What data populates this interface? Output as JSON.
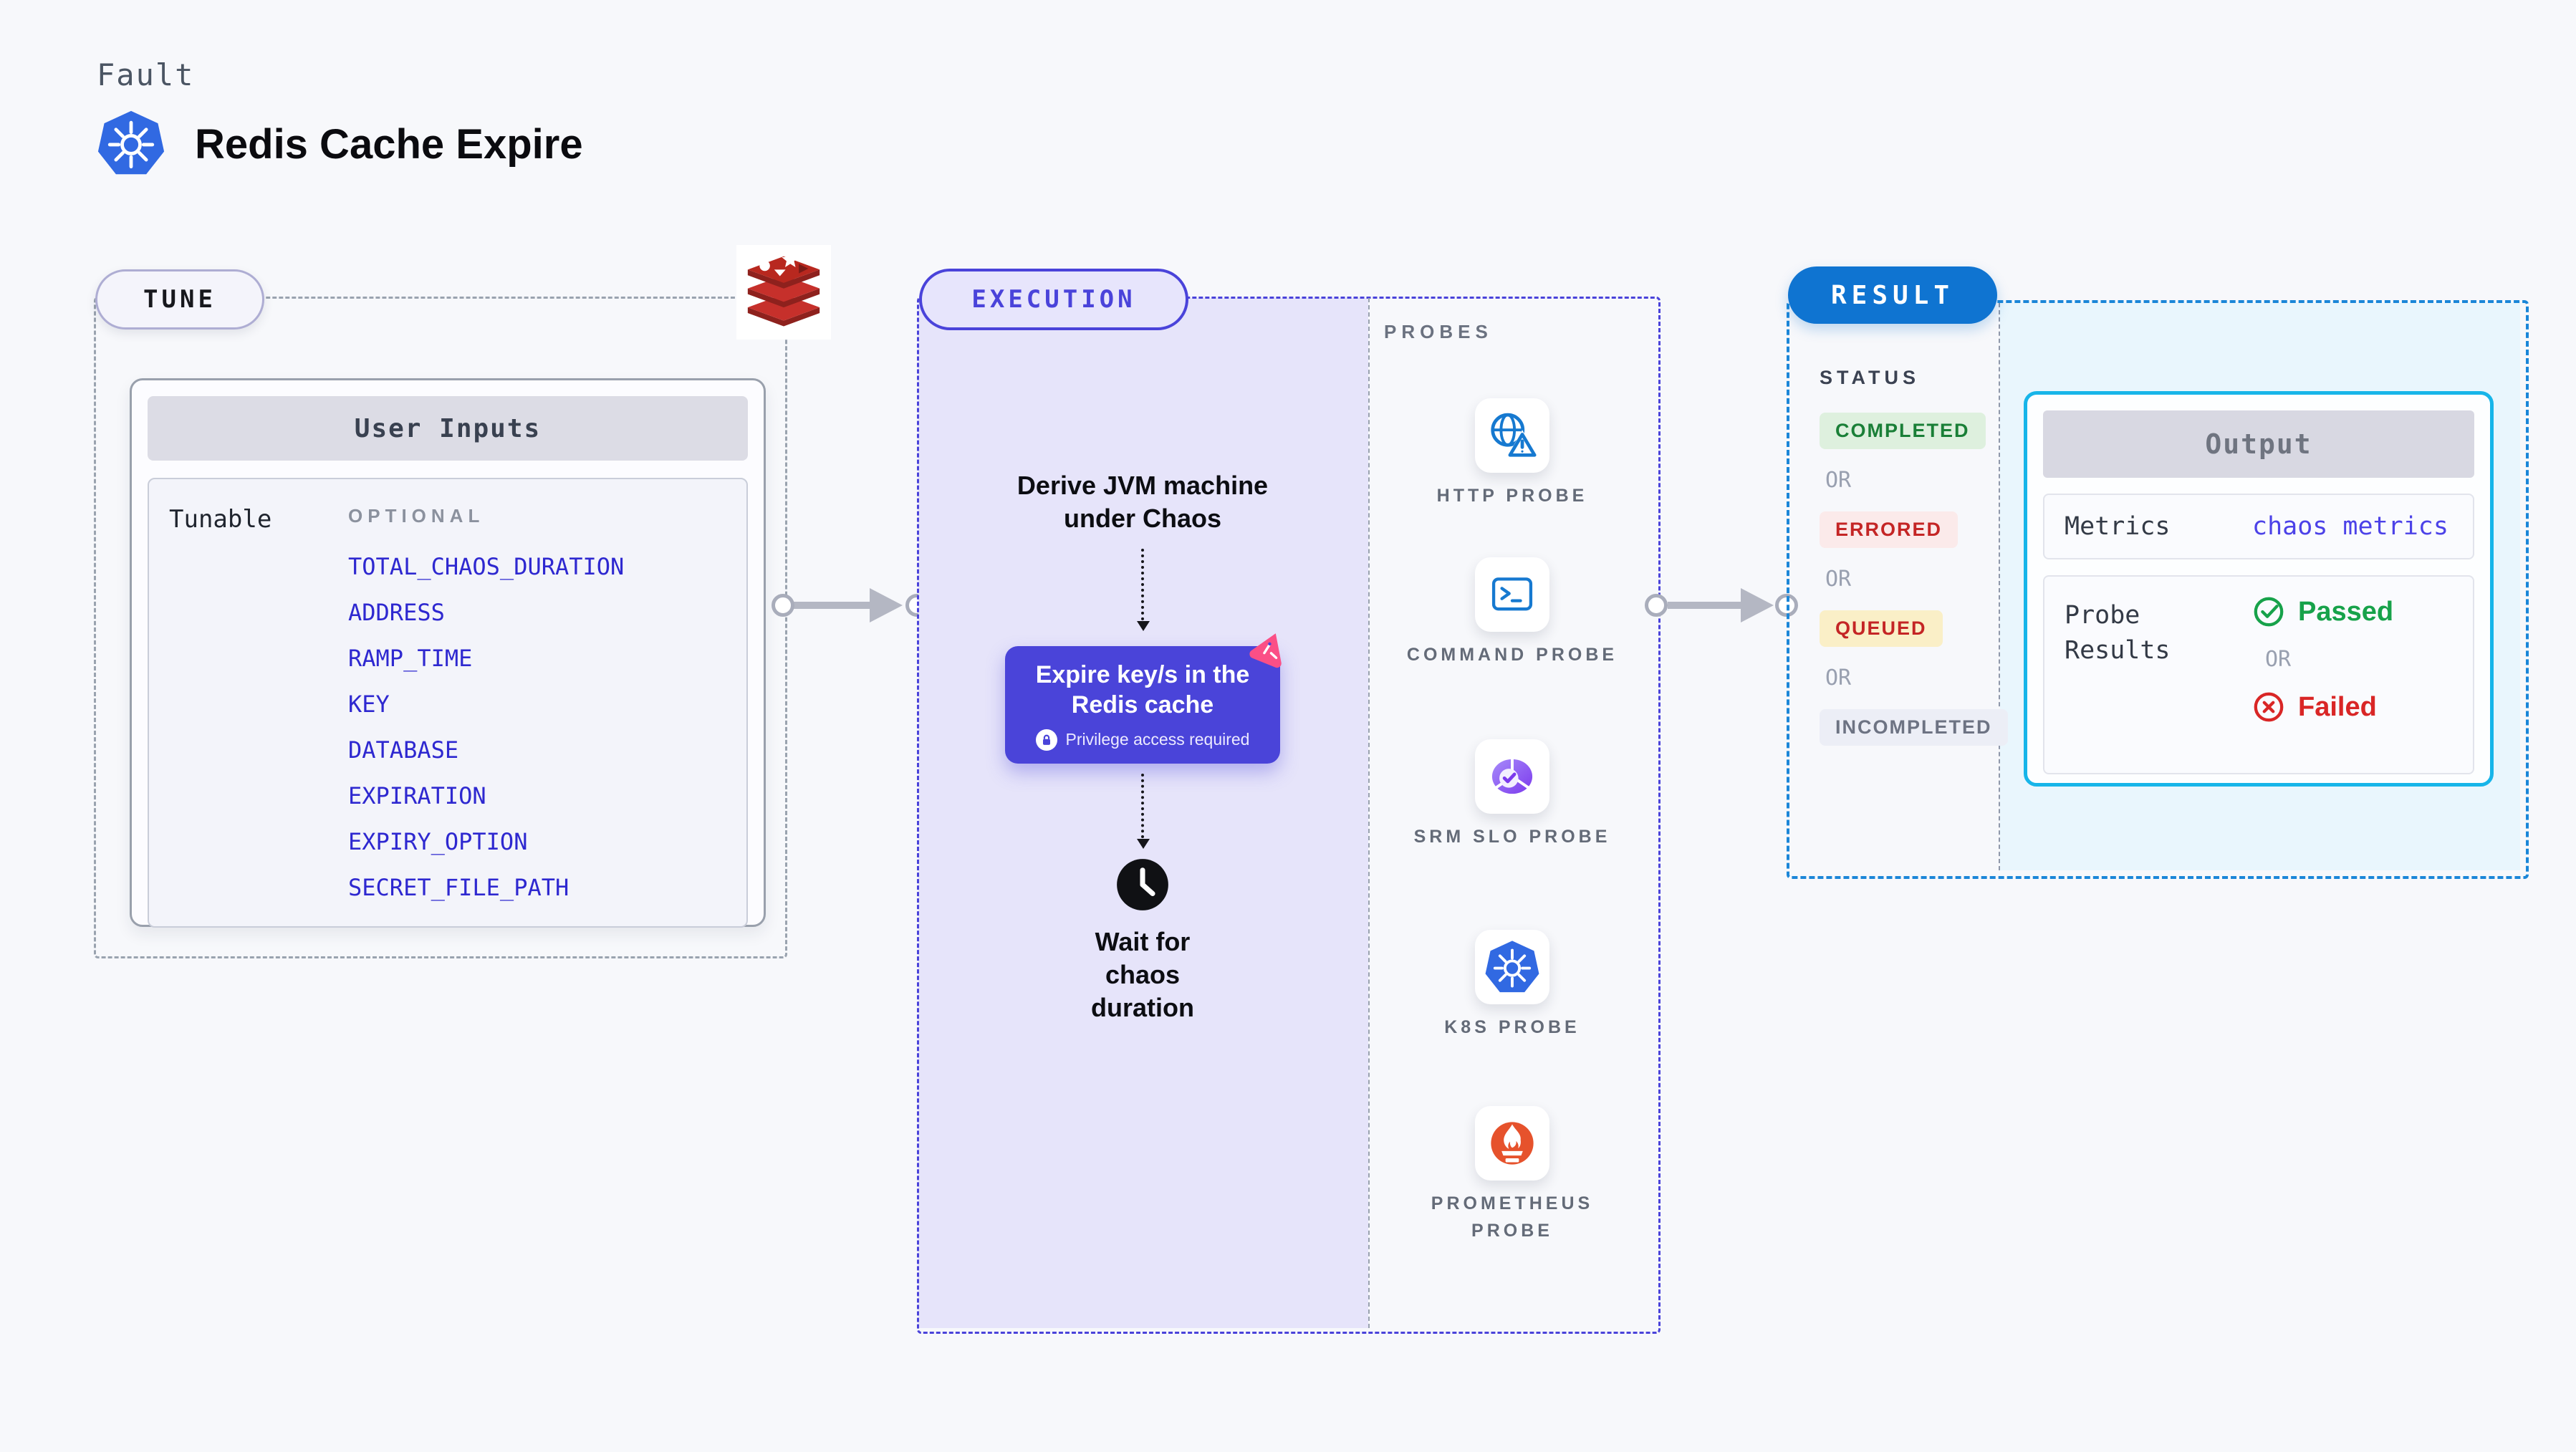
{
  "header": {
    "kicker": "Fault",
    "title": "Redis Cache Expire"
  },
  "tune": {
    "label": "TUNE",
    "card": {
      "title": "User Inputs",
      "row_label": "Tunable",
      "group_label": "OPTIONAL",
      "input_groups": [
        [
          "TOTAL_CHAOS_DURATION",
          "ADDRESS",
          "RAMP_TIME",
          "KEY"
        ],
        [
          "DATABASE",
          "EXPIRATION",
          "EXPIRY_OPTION"
        ],
        [
          "SECRET_FILE_PATH"
        ]
      ]
    }
  },
  "execution": {
    "label": "EXECUTION",
    "steps": {
      "derive": "Derive JVM machine under Chaos",
      "action": "Expire key/s in the Redis cache",
      "action_badge": "Privilege access required",
      "wait": "Wait for chaos duration"
    },
    "probes": {
      "label": "PROBES",
      "items": [
        {
          "label": "HTTP PROBE",
          "icon": "globe-alert-icon"
        },
        {
          "label": "COMMAND PROBE",
          "icon": "terminal-icon"
        },
        {
          "label": "SRM SLO PROBE",
          "icon": "slo-gauge-icon"
        },
        {
          "label": "K8S PROBE",
          "icon": "kubernetes-icon"
        },
        {
          "label": "PROMETHEUS PROBE",
          "icon": "prometheus-flame-icon"
        }
      ]
    }
  },
  "result": {
    "label": "RESULT",
    "status_label": "STATUS",
    "or_label": "OR",
    "statuses": [
      {
        "label": "COMPLETED",
        "fg": "#1a7f37",
        "bg": "#def0de"
      },
      {
        "label": "ERRORED",
        "fg": "#c42525",
        "bg": "#fbeaea"
      },
      {
        "label": "QUEUED",
        "fg": "#c42525",
        "bg": "#faefc7"
      },
      {
        "label": "INCOMPLETED",
        "fg": "#6d7383",
        "bg": "#eceef6"
      }
    ],
    "output": {
      "title": "Output",
      "metrics_label": "Metrics",
      "metrics_value": "chaos metrics",
      "probe_results_label": "Probe Results",
      "passed_label": "Passed",
      "failed_label": "Failed",
      "or_label": "OR"
    }
  },
  "colors": {
    "page_bg": "#f7f8fb",
    "indigo": "#4a44d9",
    "lavender": "#e6e4fa",
    "result_blue": "#0f74d1",
    "dashed_blue": "#1b86d8",
    "cyan_border": "#17b5e9",
    "light_blue_fill": "#e9f6fd",
    "link_indigo": "#2e28d0",
    "green": "#17a24a",
    "red": "#d92626",
    "k8s_blue": "#3169e2",
    "redis_red": "#c6302b",
    "prometheus_orange": "#e6522c",
    "pink": "#fb4f86"
  }
}
